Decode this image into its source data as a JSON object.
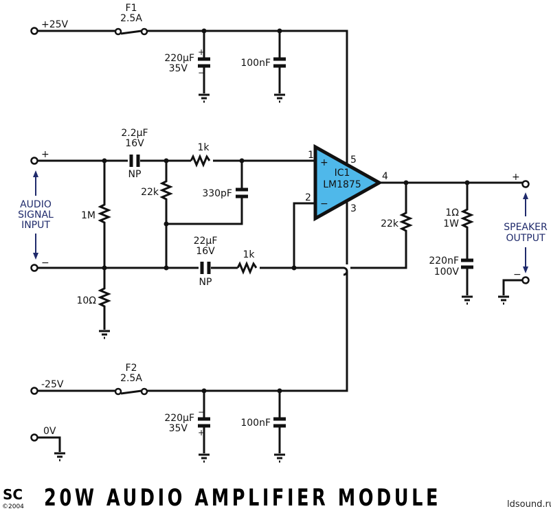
{
  "title": "20W AUDIO AMPLIFIER MODULE",
  "publisher": {
    "logo": "SC",
    "copyright": "©2004"
  },
  "watermark": "ldsound.ru",
  "colors": {
    "opamp_fill": "#4fb8ea",
    "wire": "#111111",
    "annotation": "#1f2a6b"
  },
  "supply": {
    "pos": {
      "label": "+25V"
    },
    "neg": {
      "label": "-25V"
    },
    "gnd": {
      "label": "0V"
    }
  },
  "fuses": [
    {
      "ref": "F1",
      "value": "2.5A"
    },
    {
      "ref": "F2",
      "value": "2.5A"
    }
  ],
  "components": {
    "c_pos_bulk": {
      "value": "220µF",
      "rating": "35V",
      "plus": "+",
      "minus": "−"
    },
    "c_pos_dec": {
      "value": "100nF"
    },
    "c_neg_bulk": {
      "value": "220µF",
      "rating": "35V",
      "plus": "+",
      "minus": "−"
    },
    "c_neg_dec": {
      "value": "100nF"
    },
    "c_in": {
      "value": "2.2µF",
      "rating": "16V",
      "type": "NP"
    },
    "r_in": {
      "value": "1k"
    },
    "r_bias": {
      "value": "22k"
    },
    "c_filter": {
      "value": "330pF"
    },
    "r_1m": {
      "value": "1M"
    },
    "r_10": {
      "value": "10Ω"
    },
    "c_fb": {
      "value": "22µF",
      "rating": "16V",
      "type": "NP"
    },
    "r_fb_in": {
      "value": "1k"
    },
    "r_fb": {
      "value": "22k"
    },
    "r_zobel": {
      "value": "1Ω",
      "rating": "1W"
    },
    "c_zobel": {
      "value": "220nF",
      "rating": "100V"
    }
  },
  "ic": {
    "ref": "IC1",
    "part": "LM1875",
    "pins": {
      "noninv": "1",
      "inv": "2",
      "vneg": "3",
      "out": "4",
      "vpos": "5"
    },
    "noninv_sign": "+",
    "inv_sign": "−"
  },
  "input": {
    "label_lines": [
      "AUDIO",
      "SIGNAL",
      "INPUT"
    ],
    "plus": "+",
    "minus": "−"
  },
  "output": {
    "label_lines": [
      "SPEAKER",
      "OUTPUT"
    ],
    "plus": "+",
    "minus": "−"
  }
}
